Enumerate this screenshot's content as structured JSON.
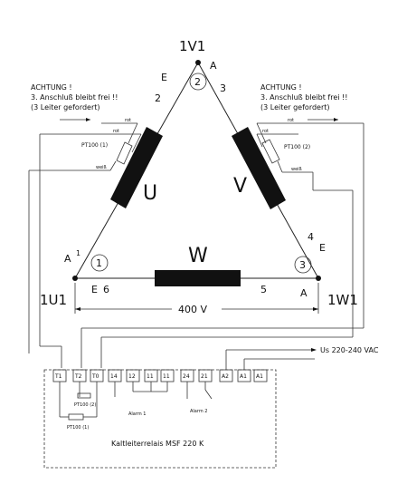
{
  "nodes": {
    "top": "1V1",
    "left": "1U1",
    "right": "1W1"
  },
  "windings": {
    "u": "U",
    "v": "V",
    "w": "W"
  },
  "circle_numbers": {
    "top": "2",
    "left": "1",
    "right": "3"
  },
  "terminal_labels": {
    "top_e": "E",
    "top_a": "A",
    "left_2": "2",
    "right_3": "3",
    "left_a": "A",
    "left_1": "1",
    "left_e": "E",
    "left_6": "6",
    "right_4": "4",
    "right_e": "E",
    "bottom_5": "5",
    "bottom_a": "A"
  },
  "voltage": "400 V",
  "warning_left": {
    "line1": "ACHTUNG !",
    "line2": "3. Anschluß bleibt frei !!",
    "line3": "(3 Leiter gefordert)"
  },
  "warning_right": {
    "line1": "ACHTUNG !",
    "line2": "3. Anschluß bleibt frei !!",
    "line3": "(3 Leiter gefordert)"
  },
  "sensors": {
    "left": "PT100 (1)",
    "right": "PT100 (2)"
  },
  "wire_colors": {
    "rot1": "rot",
    "rot2": "rot",
    "weiss": "weiß"
  },
  "supply": "Us 220-240 VAC",
  "relay": {
    "name": "Kaltleiterrelais MSF 220 K",
    "terminals": [
      "T1",
      "T2",
      "T0",
      "14",
      "12",
      "11",
      "11",
      "24",
      "21",
      "A2",
      "A1",
      "A1"
    ],
    "pt100_2": "PT100 (2)",
    "pt100_1": "PT100 (1)",
    "alarm1": "Alarm 1",
    "alarm2": "Alarm 2"
  }
}
